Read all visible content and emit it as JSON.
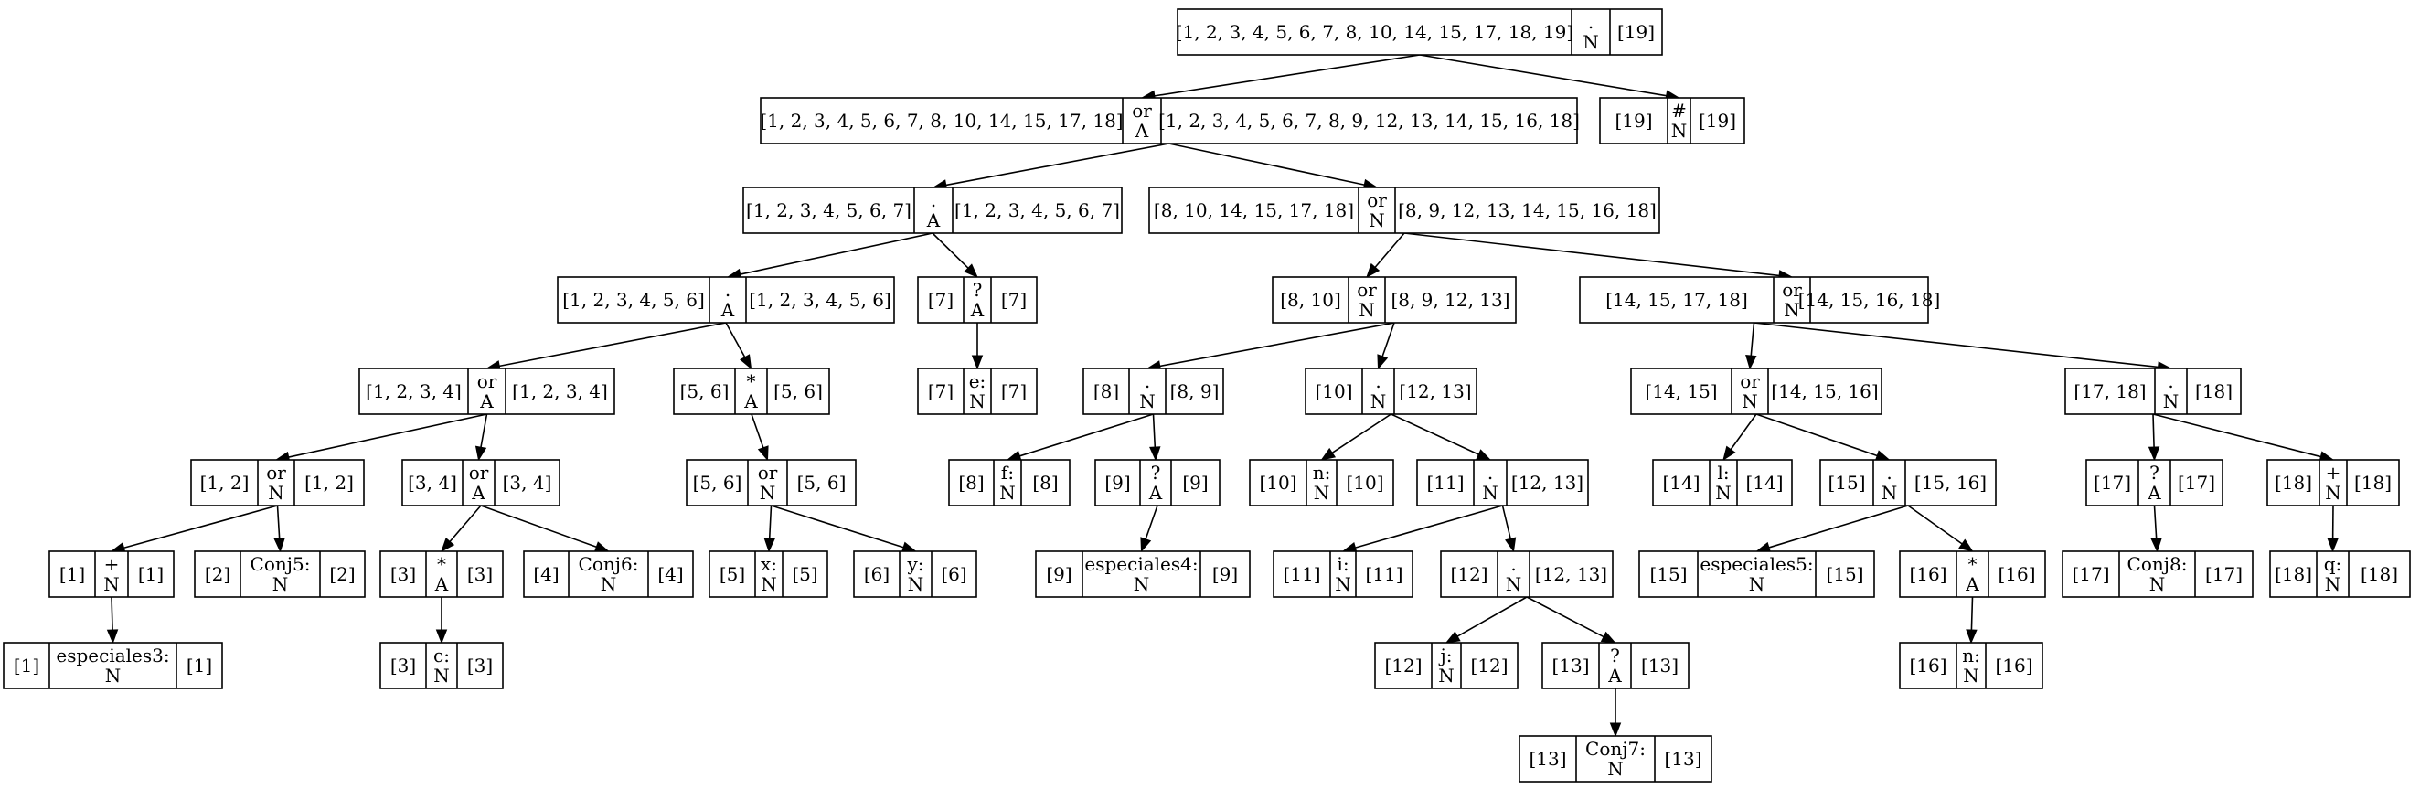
{
  "nodes": [
    {
      "id": "n0",
      "first": "[1, 2, 3, 4, 5, 6, 7, 8, 10, 14, 15, 17, 18, 19]",
      "sym": ".",
      "null": "N",
      "last": "[19]"
    },
    {
      "id": "n1",
      "first": "[1, 2, 3, 4, 5, 6, 7, 8, 10, 14, 15, 17, 18]",
      "sym": "or",
      "null": "A",
      "last": "[1, 2, 3, 4, 5, 6, 7, 8, 9, 12, 13, 14, 15, 16, 18]"
    },
    {
      "id": "n2",
      "first": "[19]",
      "sym": "#",
      "null": "N",
      "last": "[19]"
    },
    {
      "id": "n3",
      "first": "[1, 2, 3, 4, 5, 6, 7]",
      "sym": ".",
      "null": "A",
      "last": "[1, 2, 3, 4, 5, 6, 7]"
    },
    {
      "id": "n4",
      "first": "[8, 10, 14, 15, 17, 18]",
      "sym": "or",
      "null": "N",
      "last": "[8, 9, 12, 13, 14, 15, 16, 18]"
    },
    {
      "id": "n5",
      "first": "[1, 2, 3, 4, 5, 6]",
      "sym": ".",
      "null": "A",
      "last": "[1, 2, 3, 4, 5, 6]"
    },
    {
      "id": "n6",
      "first": "[7]",
      "sym": "?",
      "null": "A",
      "last": "[7]"
    },
    {
      "id": "n7",
      "first": "[8, 10]",
      "sym": "or",
      "null": "N",
      "last": "[8, 9, 12, 13]"
    },
    {
      "id": "n8",
      "first": "[14, 15, 17, 18]",
      "sym": "or",
      "null": "N",
      "last": "[14, 15, 16, 18]"
    },
    {
      "id": "n9",
      "first": "[1, 2, 3, 4]",
      "sym": "or",
      "null": "A",
      "last": "[1, 2, 3, 4]"
    },
    {
      "id": "n10",
      "first": "[5, 6]",
      "sym": "*",
      "null": "A",
      "last": "[5, 6]"
    },
    {
      "id": "n11",
      "first": "[7]",
      "sym": "e:",
      "null": "N",
      "last": "[7]"
    },
    {
      "id": "n12",
      "first": "[8]",
      "sym": ".",
      "null": "N",
      "last": "[8, 9]"
    },
    {
      "id": "n13",
      "first": "[10]",
      "sym": ".",
      "null": "N",
      "last": "[12, 13]"
    },
    {
      "id": "n14",
      "first": "[14, 15]",
      "sym": "or",
      "null": "N",
      "last": "[14, 15, 16]"
    },
    {
      "id": "n15",
      "first": "[17, 18]",
      "sym": ".",
      "null": "N",
      "last": "[18]"
    },
    {
      "id": "n16",
      "first": "[1, 2]",
      "sym": "or",
      "null": "N",
      "last": "[1, 2]"
    },
    {
      "id": "n17",
      "first": "[3, 4]",
      "sym": "or",
      "null": "A",
      "last": "[3, 4]"
    },
    {
      "id": "n18",
      "first": "[5, 6]",
      "sym": "or",
      "null": "N",
      "last": "[5, 6]"
    },
    {
      "id": "n19",
      "first": "[8]",
      "sym": "f:",
      "null": "N",
      "last": "[8]"
    },
    {
      "id": "n20",
      "first": "[9]",
      "sym": "?",
      "null": "A",
      "last": "[9]"
    },
    {
      "id": "n21",
      "first": "[10]",
      "sym": "n:",
      "null": "N",
      "last": "[10]"
    },
    {
      "id": "n22",
      "first": "[11]",
      "sym": ".",
      "null": "N",
      "last": "[12, 13]"
    },
    {
      "id": "n23",
      "first": "[14]",
      "sym": "l:",
      "null": "N",
      "last": "[14]"
    },
    {
      "id": "n24",
      "first": "[15]",
      "sym": ".",
      "null": "N",
      "last": "[15, 16]"
    },
    {
      "id": "n25",
      "first": "[17]",
      "sym": "?",
      "null": "A",
      "last": "[17]"
    },
    {
      "id": "n26",
      "first": "[18]",
      "sym": "+",
      "null": "N",
      "last": "[18]"
    },
    {
      "id": "n27",
      "first": "[1]",
      "sym": "+",
      "null": "N",
      "last": "[1]"
    },
    {
      "id": "n28",
      "first": "[2]",
      "sym": "Conj5:",
      "null": "N",
      "last": "[2]"
    },
    {
      "id": "n29",
      "first": "[3]",
      "sym": "*",
      "null": "A",
      "last": "[3]"
    },
    {
      "id": "n30",
      "first": "[4]",
      "sym": "Conj6:",
      "null": "N",
      "last": "[4]"
    },
    {
      "id": "n31",
      "first": "[5]",
      "sym": "x:",
      "null": "N",
      "last": "[5]"
    },
    {
      "id": "n32",
      "first": "[6]",
      "sym": "y:",
      "null": "N",
      "last": "[6]"
    },
    {
      "id": "n33",
      "first": "[9]",
      "sym": "especiales4:",
      "null": "N",
      "last": "[9]"
    },
    {
      "id": "n34",
      "first": "[11]",
      "sym": "i:",
      "null": "N",
      "last": "[11]"
    },
    {
      "id": "n35",
      "first": "[12]",
      "sym": ".",
      "null": "N",
      "last": "[12, 13]"
    },
    {
      "id": "n36",
      "first": "[15]",
      "sym": "especiales5:",
      "null": "N",
      "last": "[15]"
    },
    {
      "id": "n37",
      "first": "[16]",
      "sym": "*",
      "null": "A",
      "last": "[16]"
    },
    {
      "id": "n38",
      "first": "[17]",
      "sym": "Conj8:",
      "null": "N",
      "last": "[17]"
    },
    {
      "id": "n39",
      "first": "[18]",
      "sym": "q:",
      "null": "N",
      "last": "[18]"
    },
    {
      "id": "n40",
      "first": "[1]",
      "sym": "especiales3:",
      "null": "N",
      "last": "[1]"
    },
    {
      "id": "n41",
      "first": "[3]",
      "sym": "c:",
      "null": "N",
      "last": "[3]"
    },
    {
      "id": "n42",
      "first": "[12]",
      "sym": "j:",
      "null": "N",
      "last": "[12]"
    },
    {
      "id": "n43",
      "first": "[13]",
      "sym": "?",
      "null": "A",
      "last": "[13]"
    },
    {
      "id": "n44",
      "first": "[16]",
      "sym": "n:",
      "null": "N",
      "last": "[16]"
    },
    {
      "id": "n45",
      "first": "[13]",
      "sym": "Conj7:",
      "null": "N",
      "last": "[13]"
    }
  ],
  "edges": [
    [
      "n0",
      "n1"
    ],
    [
      "n0",
      "n2"
    ],
    [
      "n1",
      "n3"
    ],
    [
      "n1",
      "n4"
    ],
    [
      "n3",
      "n5"
    ],
    [
      "n3",
      "n6"
    ],
    [
      "n4",
      "n7"
    ],
    [
      "n4",
      "n8"
    ],
    [
      "n5",
      "n9"
    ],
    [
      "n5",
      "n10"
    ],
    [
      "n6",
      "n11"
    ],
    [
      "n7",
      "n12"
    ],
    [
      "n7",
      "n13"
    ],
    [
      "n8",
      "n14"
    ],
    [
      "n8",
      "n15"
    ],
    [
      "n9",
      "n16"
    ],
    [
      "n9",
      "n17"
    ],
    [
      "n10",
      "n18"
    ],
    [
      "n12",
      "n19"
    ],
    [
      "n12",
      "n20"
    ],
    [
      "n13",
      "n21"
    ],
    [
      "n13",
      "n22"
    ],
    [
      "n14",
      "n23"
    ],
    [
      "n14",
      "n24"
    ],
    [
      "n15",
      "n25"
    ],
    [
      "n15",
      "n26"
    ],
    [
      "n16",
      "n27"
    ],
    [
      "n16",
      "n28"
    ],
    [
      "n17",
      "n29"
    ],
    [
      "n17",
      "n30"
    ],
    [
      "n18",
      "n31"
    ],
    [
      "n18",
      "n32"
    ],
    [
      "n20",
      "n33"
    ],
    [
      "n22",
      "n34"
    ],
    [
      "n22",
      "n35"
    ],
    [
      "n24",
      "n36"
    ],
    [
      "n24",
      "n37"
    ],
    [
      "n25",
      "n38"
    ],
    [
      "n26",
      "n39"
    ],
    [
      "n27",
      "n40"
    ],
    [
      "n29",
      "n41"
    ],
    [
      "n35",
      "n42"
    ],
    [
      "n35",
      "n43"
    ],
    [
      "n37",
      "n44"
    ],
    [
      "n43",
      "n45"
    ]
  ]
}
